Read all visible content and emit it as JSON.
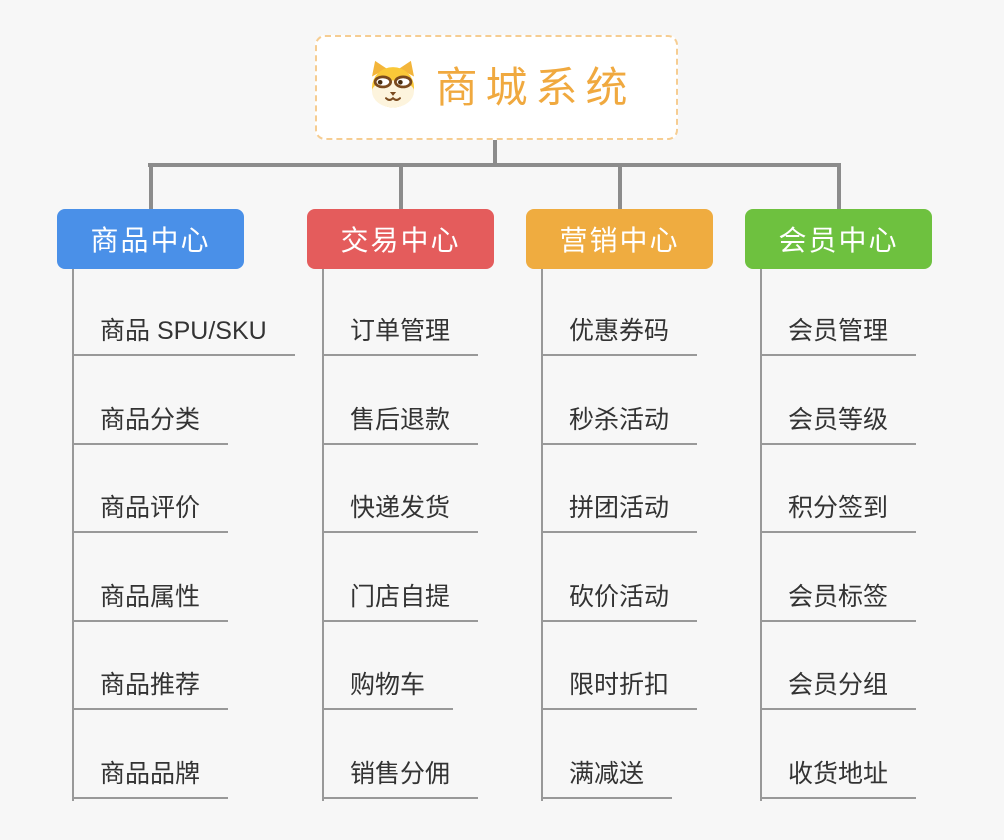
{
  "canvas": {
    "background": "#f7f7f7"
  },
  "root": {
    "title": "商城系统",
    "icon": "dog-face-icon",
    "text_color": "#f0a93f",
    "border_color": "#f6cd92"
  },
  "connectors": {
    "main_color": "#8c8c8c",
    "leaf_line_color": "#999999"
  },
  "branches": [
    {
      "id": "product-center",
      "label": "商品中心",
      "color": "#4a90e8",
      "children": [
        "商品 SPU/SKU",
        "商品分类",
        "商品评价",
        "商品属性",
        "商品推荐",
        "商品品牌"
      ]
    },
    {
      "id": "trade-center",
      "label": "交易中心",
      "color": "#e45c5c",
      "children": [
        "订单管理",
        "售后退款",
        "快递发货",
        "门店自提",
        "购物车",
        "销售分佣"
      ]
    },
    {
      "id": "marketing-center",
      "label": "营销中心",
      "color": "#efac40",
      "children": [
        "优惠券码",
        "秒杀活动",
        "拼团活动",
        "砍价活动",
        "限时折扣",
        "满减送"
      ]
    },
    {
      "id": "member-center",
      "label": "会员中心",
      "color": "#6ec13f",
      "children": [
        "会员管理",
        "会员等级",
        "积分签到",
        "会员标签",
        "会员分组",
        "收货地址"
      ]
    }
  ]
}
